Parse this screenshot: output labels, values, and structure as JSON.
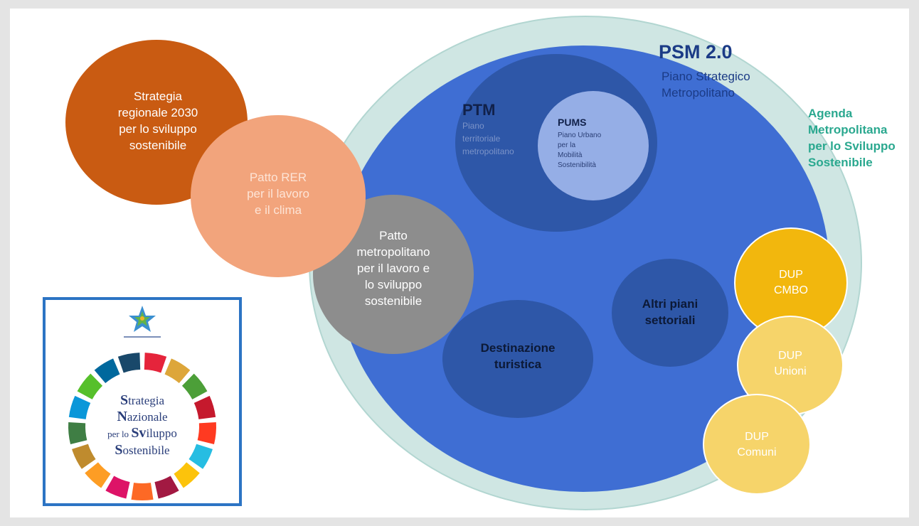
{
  "psm": {
    "title": "PSM 2.0",
    "subtitle_lines": [
      "Piano Strategico",
      "Metropolitano"
    ]
  },
  "agenda": {
    "lines": [
      "Agenda",
      "Metropolitana",
      "per lo Sviluppo",
      "Sostenibile"
    ]
  },
  "ptm": {
    "title": "PTM",
    "subtitle_lines": [
      "Piano",
      "territoriale",
      "metropolitano"
    ]
  },
  "pums": {
    "title": "PUMS",
    "subtitle_lines": [
      "Piano Urbano",
      "per la",
      "Mobilità",
      "Sostenibilità"
    ]
  },
  "strategia": {
    "lines": [
      "Strategia",
      "regionale 2030",
      "per lo sviluppo",
      "sostenibile"
    ]
  },
  "patto_rer": {
    "lines": [
      "Patto RER",
      "per il lavoro",
      "e il clima"
    ]
  },
  "patto_metro": {
    "lines": [
      "Patto",
      "metropolitano",
      "per il lavoro e",
      "lo sviluppo",
      "sostenibile"
    ]
  },
  "altri": {
    "lines": [
      "Altri piani",
      "settoriali"
    ]
  },
  "destinazione": {
    "lines": [
      "Destinazione",
      "turistica"
    ]
  },
  "dup_cmbo": {
    "lines": [
      "DUP",
      "CMBO"
    ]
  },
  "dup_unioni": {
    "lines": [
      "DUP",
      "Unioni"
    ]
  },
  "dup_comuni": {
    "lines": [
      "DUP",
      "Comuni"
    ]
  },
  "logo": {
    "lines": [
      {
        "initial": "S",
        "rest": "trategia"
      },
      {
        "initial": "N",
        "rest": "azionale"
      },
      {
        "prefix": "per lo ",
        "initial": "Sv",
        "rest": "iluppo"
      },
      {
        "initial": "S",
        "rest": "ostenibile"
      }
    ],
    "ring_colors": [
      "#e5243b",
      "#dda63a",
      "#4c9f38",
      "#c5192d",
      "#ff3a21",
      "#26bde2",
      "#fcc30b",
      "#a21942",
      "#fd6925",
      "#dd1367",
      "#fd9d24",
      "#bf8b2e",
      "#3f7e44",
      "#0a97d9",
      "#56c02b",
      "#00689d",
      "#19486a"
    ]
  },
  "colors": {
    "agenda": "#cfe6e3",
    "psm": "#3f6ed3",
    "inner_dark": "#2e57a8",
    "pums": "#95aee6",
    "strategia": "#c95b12",
    "patto_rer": "#f2a47c",
    "patto_metro": "#8d8d8d",
    "dup_cmbo": "#f2b70d",
    "dup_light": "#f6d46a",
    "logo_border": "#2c74c4"
  }
}
